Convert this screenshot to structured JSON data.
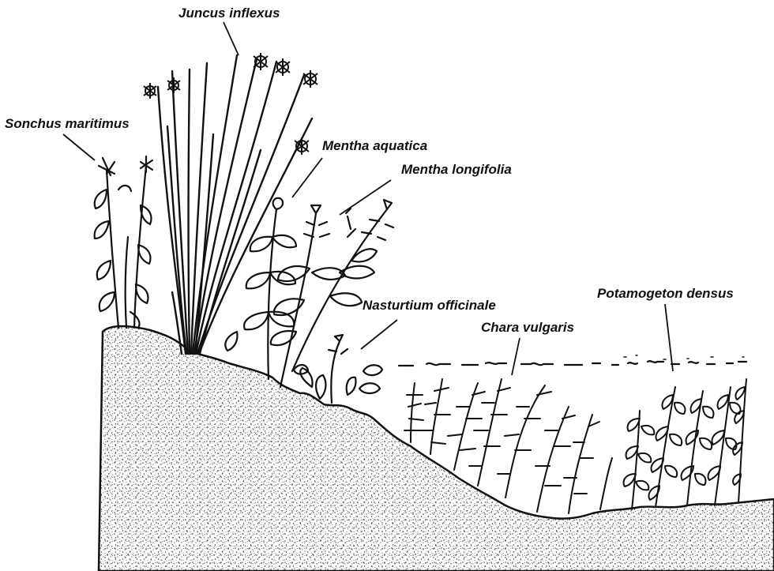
{
  "labels": {
    "juncus": "Juncus inflexus",
    "sonchus": "Sonchus maritimus",
    "mentha_aquatica": "Mentha aquatica",
    "mentha_longifolia": "Mentha longifolia",
    "nasturtium": "Nasturtium officinale",
    "chara": "Chara vulgaris",
    "potamogeton": "Potamogeton densus"
  },
  "colors": {
    "ink": "#111111",
    "soil_dot": "#333333",
    "background": "#ffffff"
  }
}
